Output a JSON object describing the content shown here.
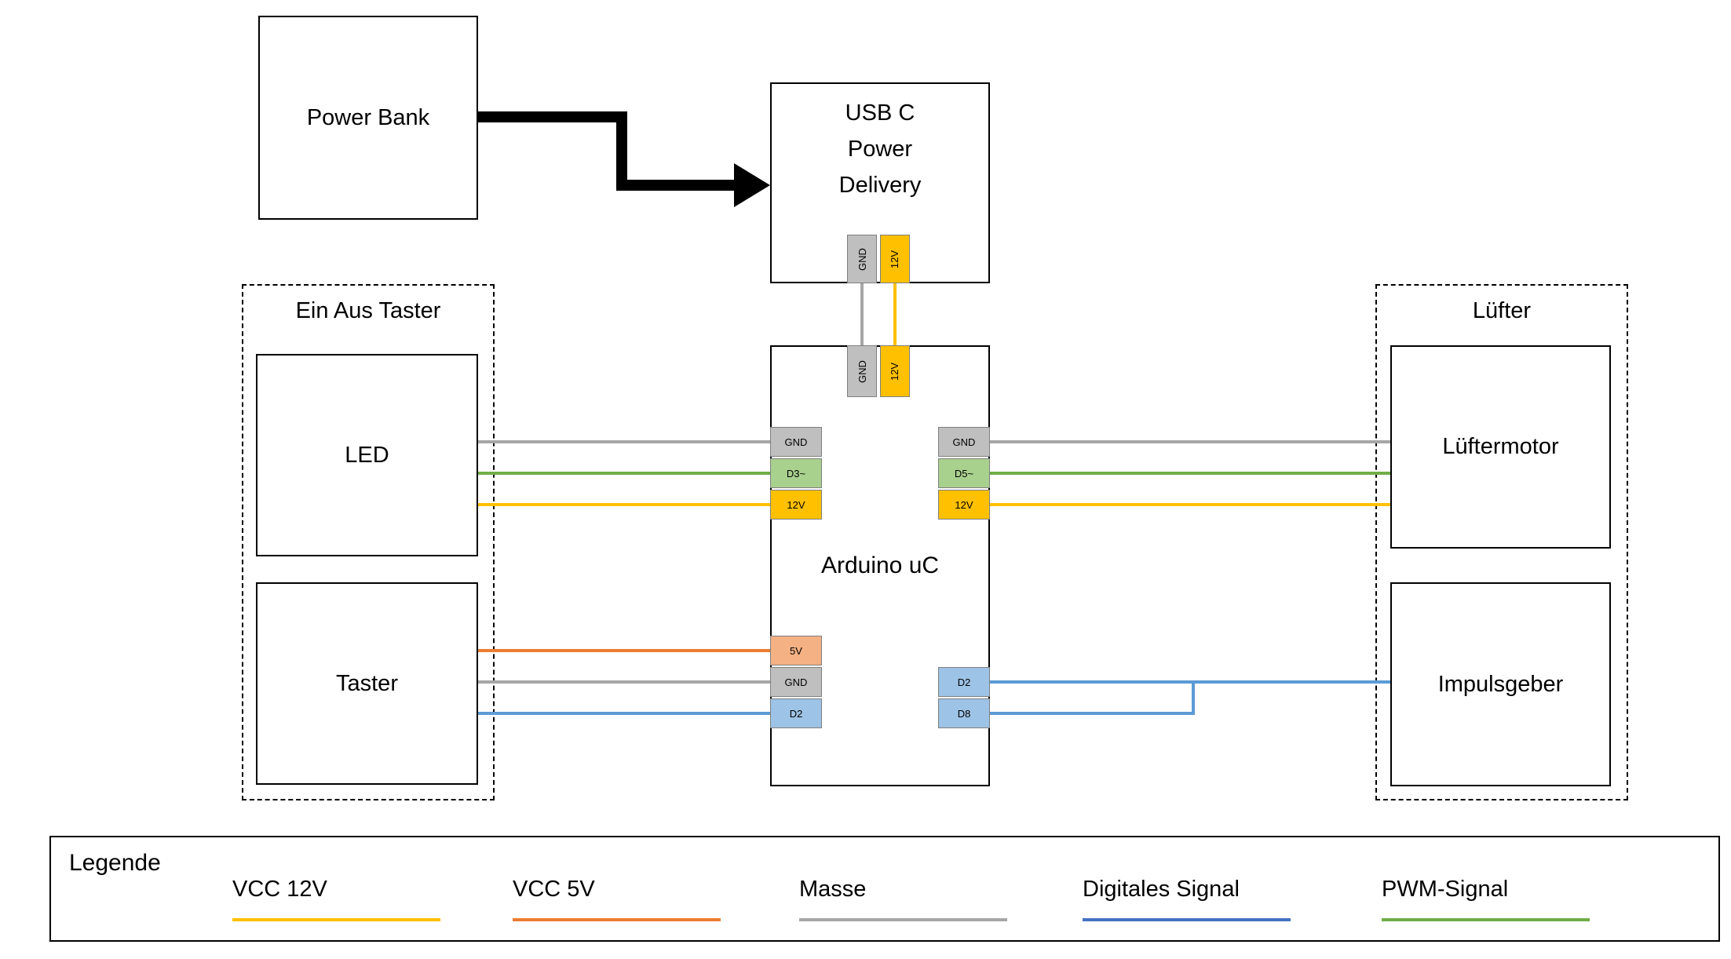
{
  "colors": {
    "wire_vcc12": "#FFC000",
    "wire_vcc5": "#ED7D31",
    "wire_masse": "#A6A6A6",
    "wire_digital": "#5B9BD5",
    "wire_pwm": "#70AD47",
    "pin_gnd_fill": "#BFBFBF",
    "pin_12v_fill": "#FFC000",
    "pin_5v_fill": "#F4B183",
    "pin_digital_fill": "#9DC3E6",
    "pin_pwm_fill": "#A9D18E",
    "arrow": "#000000"
  },
  "blocks": {
    "power_bank": "Power Bank",
    "usb_c_lines": [
      "USB C",
      "Power",
      "Delivery"
    ],
    "arduino": "Arduino uC",
    "left_group": "Ein Aus Taster",
    "led": "LED",
    "taster": "Taster",
    "right_group": "Lüfter",
    "lueftermotor": "Lüftermotor",
    "impulsgeber": "Impulsgeber"
  },
  "pins": {
    "usb_gnd": "GND",
    "usb_12v": "12V",
    "arduino_top_gnd": "GND",
    "arduino_top_12v": "12V",
    "arduino_left_gnd": "GND",
    "arduino_left_d3": "D3~",
    "arduino_left_12v": "12V",
    "arduino_left_5v": "5V",
    "arduino_left_gnd2": "GND",
    "arduino_left_d2": "D2",
    "arduino_right_gnd": "GND",
    "arduino_right_d5": "D5~",
    "arduino_right_12v": "12V",
    "arduino_right_d2": "D2",
    "arduino_right_d8": "D8"
  },
  "legend": {
    "title": "Legende",
    "items": [
      {
        "label": "VCC 12V",
        "color": "#FFC000"
      },
      {
        "label": "VCC 5V",
        "color": "#ED7D31"
      },
      {
        "label": "Masse",
        "color": "#A6A6A6"
      },
      {
        "label": "Digitales Signal",
        "color": "#4472C4"
      },
      {
        "label": "PWM-Signal",
        "color": "#70AD47"
      }
    ]
  }
}
